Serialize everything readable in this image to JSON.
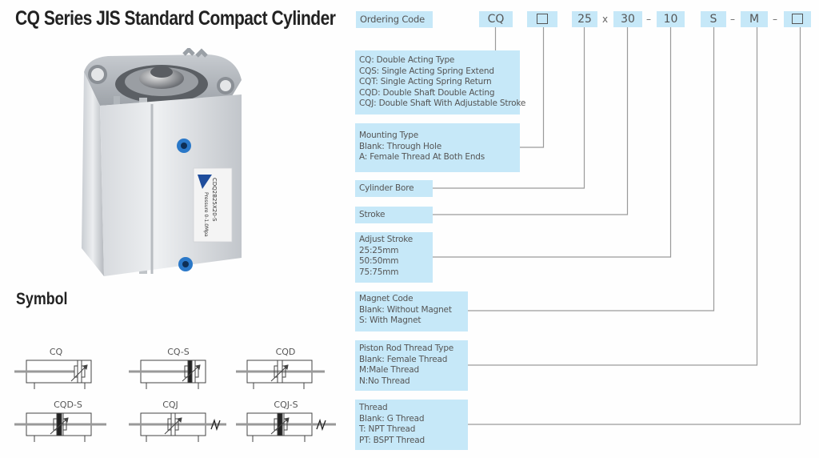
{
  "title": "CQ Series JIS Standard Compact Cylinder",
  "symbol_heading": "Symbol",
  "ordering_code": {
    "label": "Ordering Code",
    "segments": [
      {
        "value": "CQ"
      },
      {
        "value": "□",
        "icon": "blank-square-icon"
      },
      {
        "value": "25"
      },
      {
        "sep": "x"
      },
      {
        "value": "30"
      },
      {
        "sep": "–"
      },
      {
        "value": "10"
      },
      {
        "value": "S"
      },
      {
        "sep": "–"
      },
      {
        "value": "M"
      },
      {
        "sep": "–"
      },
      {
        "value": "□",
        "icon": "blank-square-icon"
      }
    ],
    "seg": {
      "cq": "CQ",
      "bore": "25",
      "x": "x",
      "stroke": "30",
      "dash1": "–",
      "adjust": "10",
      "magnet": "S",
      "dash2": "–",
      "rod": "M",
      "dash3": "–"
    }
  },
  "descriptions": {
    "series": [
      "CQ: Double Acting Type",
      "CQS: Single Acting Spring Extend",
      "CQT: Single Acting Spring Return",
      "CQD: Double Shaft Double Acting",
      "CQJ: Double Shaft With Adjustable Stroke"
    ],
    "mounting": [
      "Mounting Type",
      "Blank: Through Hole",
      "A: Female Thread At Both Ends"
    ],
    "bore": [
      "Cylinder Bore"
    ],
    "stroke": [
      "Stroke"
    ],
    "adjust": [
      "Adjust Stroke",
      "25:25mm",
      "50:50mm",
      "75:75mm"
    ],
    "magnet": [
      "Magnet Code",
      "Blank: Without Magnet",
      "S: With Magnet"
    ],
    "rod": [
      "Piston Rod Thread Type",
      "Blank: Female Thread",
      "M:Male Thread",
      "N:No Thread"
    ],
    "thread": [
      "Thread",
      "Blank: G Thread",
      "T: NPT Thread",
      "PT: BSPT Thread"
    ]
  },
  "product_label": {
    "model": "CDQ2B25X20-S",
    "pressure": "Pressure 0-1.0Mpa"
  },
  "symbols": [
    {
      "label": "CQ"
    },
    {
      "label": "CQ-S"
    },
    {
      "label": "CQD"
    },
    {
      "label": "CQD-S"
    },
    {
      "label": "CQJ"
    },
    {
      "label": "CQJ-S"
    }
  ],
  "colors": {
    "box": "#c6e8f8",
    "line": "#9a9a9a",
    "port": "#2a78c8"
  }
}
